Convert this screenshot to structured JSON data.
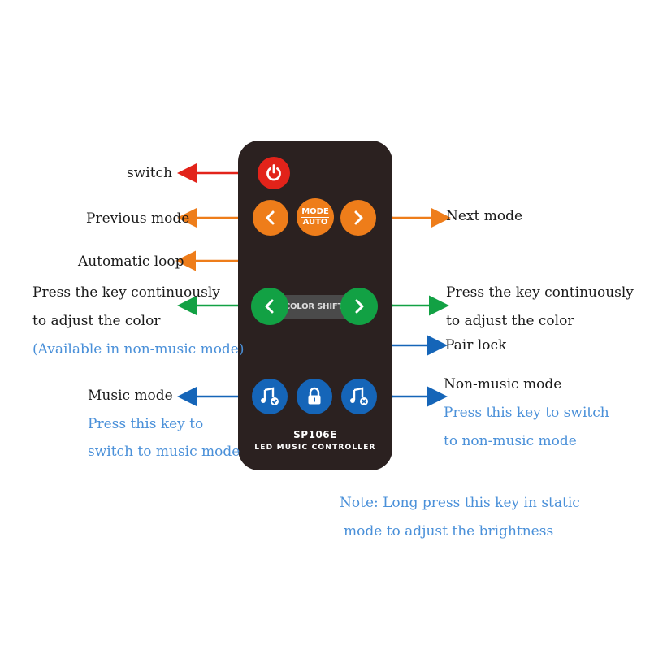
{
  "labels": {
    "switch": "switch",
    "previous_mode": "Previous mode",
    "next_mode": "Next mode",
    "automatic_loop": "Automatic loop",
    "left_color_1": "Press the key continuously",
    "left_color_2": "to adjust the color",
    "left_color_3": "(Available in non-music mode)",
    "right_color_1": "Press the key continuously",
    "right_color_2": "to adjust the color",
    "pair_lock": "Pair lock",
    "music_mode": "Music mode",
    "music_mode_desc_1": "Press this key to",
    "music_mode_desc_2": "switch to music mode",
    "non_music_mode": "Non-music mode",
    "non_music_desc_1": "Press this key to switch",
    "non_music_desc_2": "to non-music mode",
    "note_1": "Note: Long press this key in static",
    "note_2": "mode to adjust the brightness"
  },
  "remote": {
    "mode_top": "MODE",
    "mode_bottom": "AUTO",
    "color_shift": "COLOR SHIFT",
    "model": "SP106E",
    "subtitle": "LED MUSIC CONTROLLER"
  },
  "colors": {
    "red": "#e2231a",
    "orange": "#ee7d1a",
    "green": "#12a144",
    "blue": "#1565b8",
    "note_blue": "#4a90d9",
    "remote_body": "#2b2120"
  },
  "icons": [
    "power-icon",
    "chevron-left-icon",
    "chevron-right-icon",
    "music-check-icon",
    "lock-icon",
    "music-x-icon"
  ]
}
